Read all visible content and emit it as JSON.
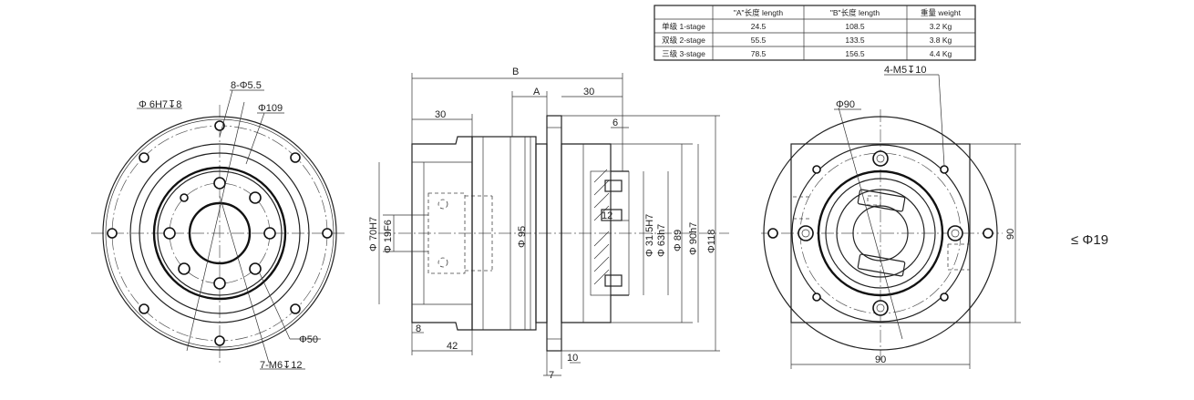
{
  "spec_table": {
    "headers": [
      "",
      "\"A\"长度 length",
      "\"B\"长度 length",
      "重量 weight"
    ],
    "rows": [
      [
        "单级 1-stage",
        "24.5",
        "108.5",
        "3.2 Kg"
      ],
      [
        "双级 2-stage",
        "55.5",
        "133.5",
        "3.8 Kg"
      ],
      [
        "三级 3-stage",
        "78.5",
        "156.5",
        "4.4 Kg"
      ]
    ]
  },
  "front_view": {
    "labels": {
      "pilot": "Φ 6H7↧8",
      "holes_outer": "8-Φ5.5",
      "pcd": "Φ109",
      "inner_pcd": "Φ50",
      "tapped": "7-M6↧12"
    }
  },
  "side_view": {
    "labels": {
      "B": "B",
      "A": "A",
      "d30a": "30",
      "d30b": "30",
      "d6": "6",
      "d12": "12",
      "d8": "8",
      "d42": "42",
      "d10": "10",
      "d7": "7",
      "phi70": "Φ 70H7",
      "phi19": "Φ 19F6",
      "phi95": "Φ 95",
      "phi31": "Φ 31.5H7",
      "phi63": "Φ 63h7",
      "phi89": "Φ 89",
      "phi90h7": "Φ 90h7",
      "phi118": "Φ118"
    }
  },
  "rear_view": {
    "labels": {
      "tapped": "4-M5↧10",
      "phi90": "Φ90",
      "width": "90",
      "height": "90",
      "max_input": "≤ Φ19"
    }
  }
}
